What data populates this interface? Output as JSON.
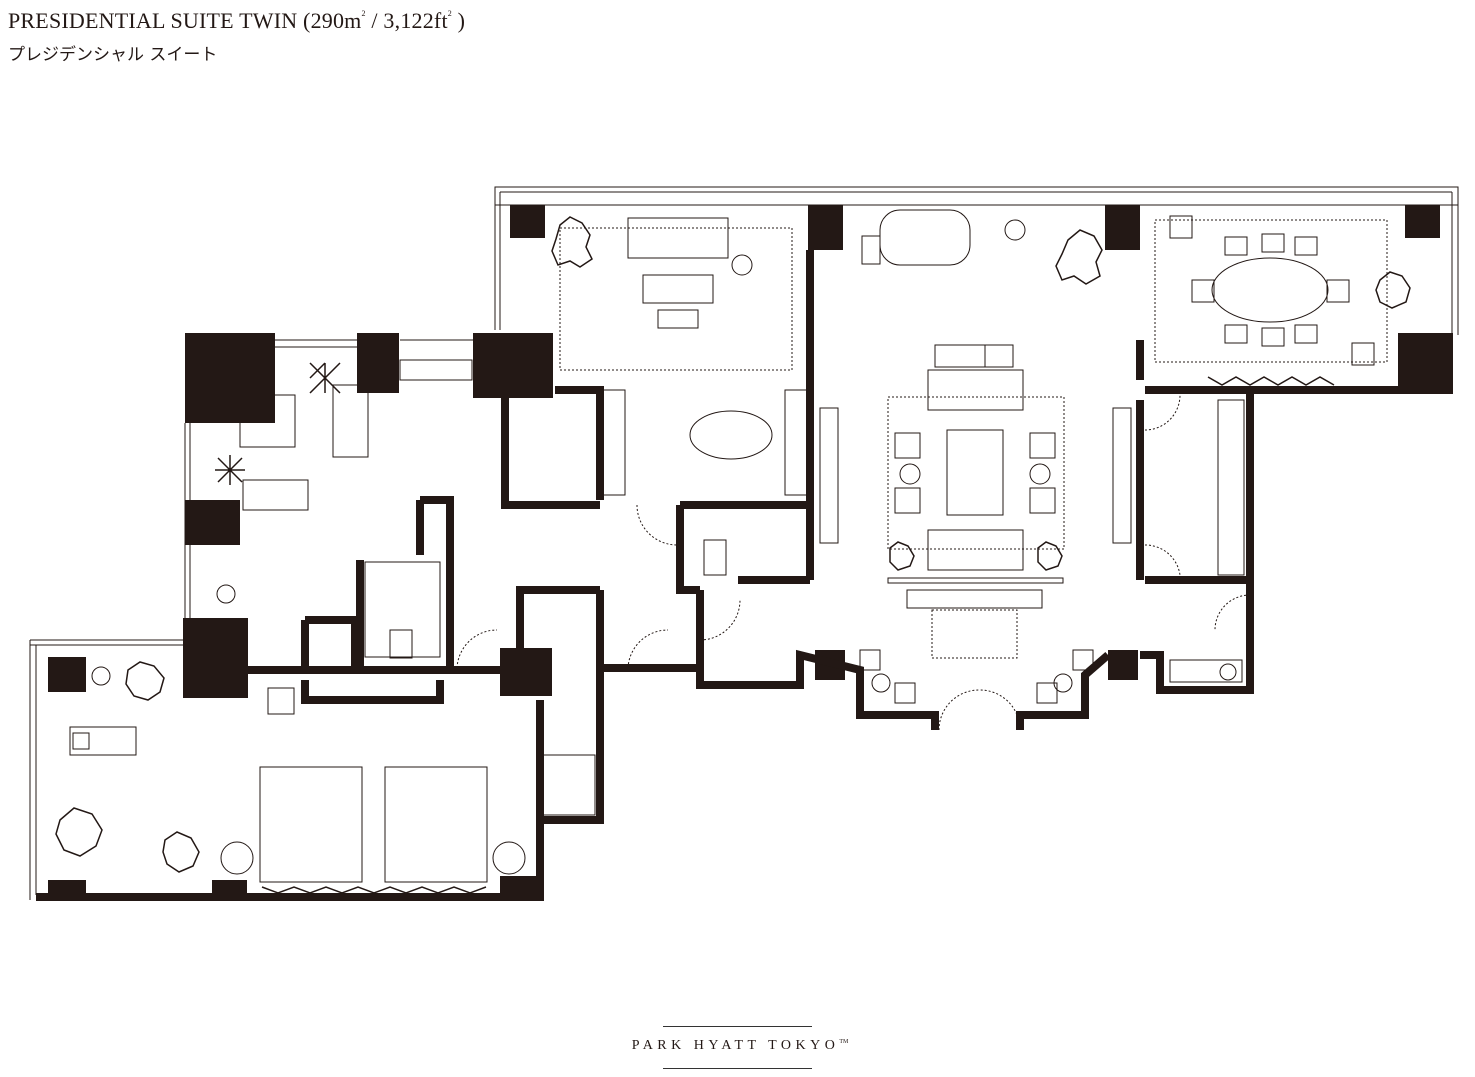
{
  "header": {
    "title": "PRESIDENTIAL SUITE TWIN",
    "area_open": "(290m",
    "area_sep": "/ 3,122ft",
    "area_close": ")",
    "sup_mark": "2",
    "subtitle": "プレジデンシャル スイート"
  },
  "footer": {
    "brand": "PARK HYATT TOKYO",
    "trademark": "TM"
  },
  "colors": {
    "ink": "#231815",
    "background": "#ffffff"
  }
}
